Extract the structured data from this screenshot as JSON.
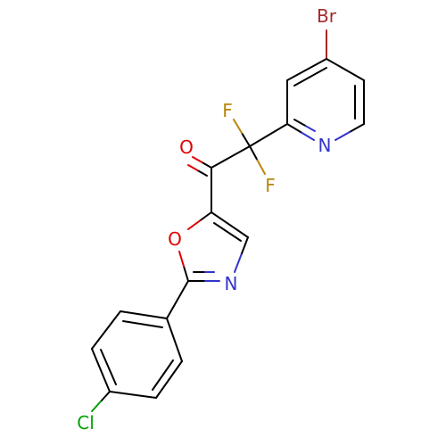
{
  "colors": {
    "bond": "#000000",
    "Br": "#a52a2a",
    "N": "#3333cc",
    "F": "#b8860b",
    "O": "#e00000",
    "Cl": "#00a000"
  },
  "atoms": [
    {
      "id": "br",
      "label": "Br",
      "element": "Br"
    },
    {
      "id": "n_pyr",
      "label": "N",
      "element": "N"
    },
    {
      "id": "f1",
      "label": "F",
      "element": "F"
    },
    {
      "id": "f2",
      "label": "F",
      "element": "F"
    },
    {
      "id": "o_carbonyl",
      "label": "O",
      "element": "O"
    },
    {
      "id": "o_oxazole",
      "label": "O",
      "element": "O"
    },
    {
      "id": "n_oxazole",
      "label": "N",
      "element": "N"
    },
    {
      "id": "cl",
      "label": "Cl",
      "element": "Cl"
    }
  ]
}
